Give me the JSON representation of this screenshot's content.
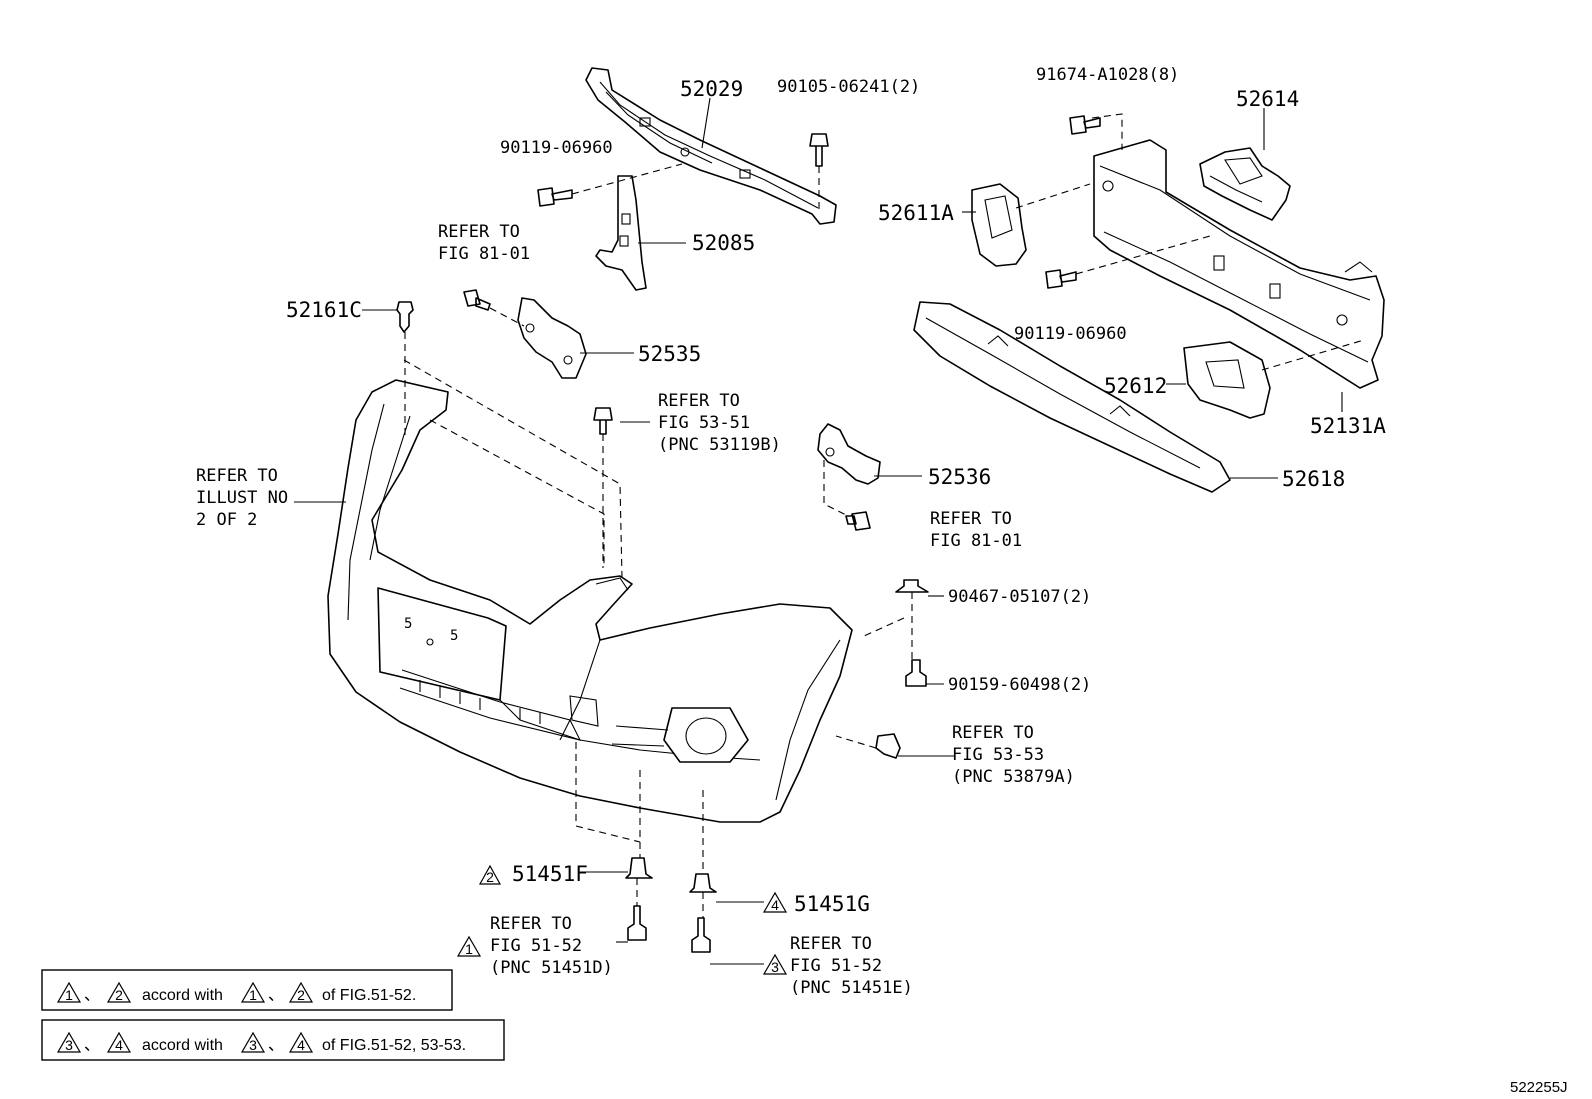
{
  "diagram": {
    "drawing_id": "522255J",
    "parts": {
      "p52029": "52029",
      "p90105": "90105-06241(2)",
      "p91674": "91674-A1028(8)",
      "p52614": "52614",
      "p90119a": "90119-06960",
      "p52611A": "52611A",
      "p52085": "52085",
      "p52161C": "52161C",
      "p52535": "52535",
      "p90119b": "90119-06960",
      "p52612": "52612",
      "p52131A": "52131A",
      "p52536": "52536",
      "p52618": "52618",
      "p90467": "90467-05107(2)",
      "p90159": "90159-60498(2)",
      "p51451F": "51451F",
      "p51451G": "51451G"
    },
    "refs": {
      "r81a_1": "REFER TO",
      "r81a_2": "FIG 81-01",
      "r5351_1": "REFER TO",
      "r5351_2": "FIG 53-51",
      "r5351_3": "(PNC 53119B)",
      "rill_1": "REFER TO",
      "rill_2": "ILLUST NO",
      "rill_3": "2 OF 2",
      "r81b_1": "REFER TO",
      "r81b_2": "FIG 81-01",
      "r5353_1": "REFER TO",
      "r5353_2": "FIG 53-53",
      "r5353_3": "(PNC 53879A)",
      "r5152d_1": "REFER TO",
      "r5152d_2": "FIG 51-52",
      "r5152d_3": "(PNC 51451D)",
      "r5152e_1": "REFER TO",
      "r5152e_2": "FIG 51-52",
      "r5152e_3": "(PNC 51451E)"
    },
    "markers": {
      "m1": "1",
      "m2": "2",
      "m3": "3",
      "m4": "4"
    },
    "notes": {
      "sep": "、",
      "accord": "accord with",
      "of1": "of FIG.51-52.",
      "of2": "of FIG.51-52, 53-53."
    }
  }
}
